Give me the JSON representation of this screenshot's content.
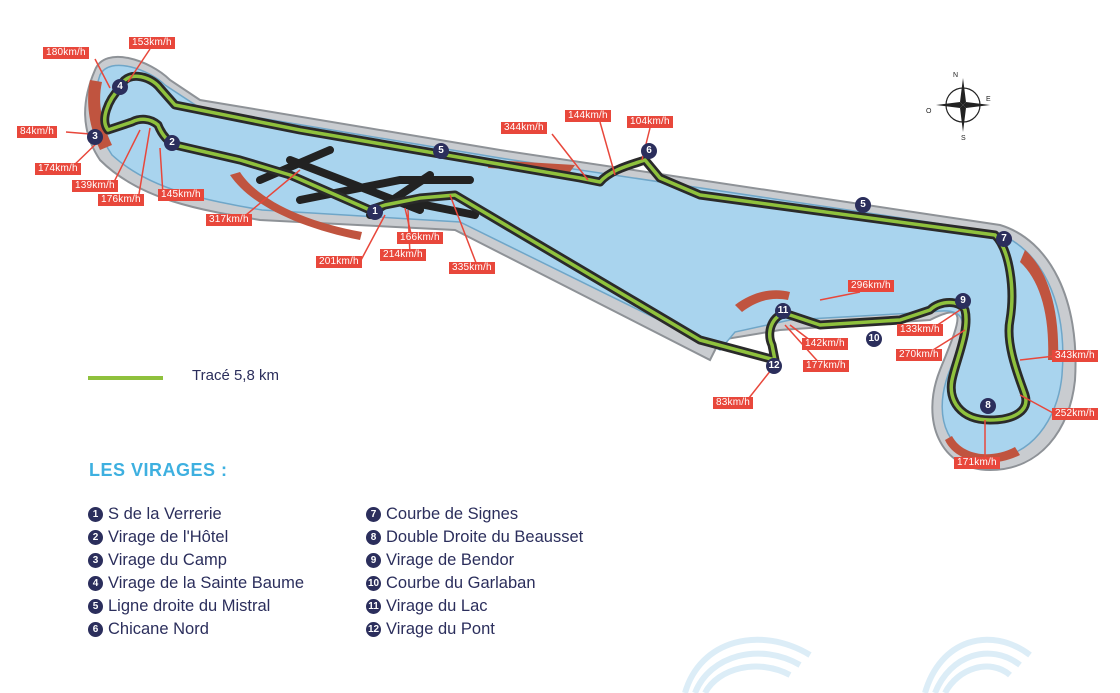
{
  "legend": {
    "label": "Tracé 5,8 km",
    "color": "#8fc13d"
  },
  "compass": {
    "north": "N",
    "east": "E",
    "south": "S",
    "west": "O"
  },
  "turns_heading": "LES VIRAGES :",
  "turns": [
    {
      "num": "1",
      "name": "S de la Verrerie"
    },
    {
      "num": "2",
      "name": "Virage de l'Hôtel"
    },
    {
      "num": "3",
      "name": "Virage du Camp"
    },
    {
      "num": "4",
      "name": "Virage de la Sainte Baume"
    },
    {
      "num": "5",
      "name": "Ligne droite du Mistral"
    },
    {
      "num": "6",
      "name": "Chicane Nord"
    },
    {
      "num": "7",
      "name": "Courbe de Signes"
    },
    {
      "num": "8",
      "name": "Double Droite du Beausset"
    },
    {
      "num": "9",
      "name": "Virage de Bendor"
    },
    {
      "num": "10",
      "name": "Courbe du Garlaban"
    },
    {
      "num": "11",
      "name": "Virage du Lac"
    },
    {
      "num": "12",
      "name": "Virage du Pont"
    }
  ],
  "speeds": [
    "180km/h",
    "153km/h",
    "84km/h",
    "174km/h",
    "139km/h",
    "176km/h",
    "145km/h",
    "317km/h",
    "344km/h",
    "144km/h",
    "104km/h",
    "201km/h",
    "214km/h",
    "166km/h",
    "335km/h",
    "296km/h",
    "133km/h",
    "142km/h",
    "270km/h",
    "177km/h",
    "343km/h",
    "83km/h",
    "252km/h",
    "171km/h"
  ],
  "markers": [
    "4",
    "3",
    "2",
    "5",
    "6",
    "1",
    "5",
    "7",
    "11",
    "9",
    "10",
    "12",
    "8"
  ],
  "colors": {
    "track": "#8fc13d",
    "asphalt": "#2a2a2a",
    "runoff_blue": "#a9d4ee",
    "runoff_red": "#c0543f",
    "label_red": "#e8473b",
    "marker_navy": "#2b2e5c",
    "heading_blue": "#3eb0e0"
  }
}
